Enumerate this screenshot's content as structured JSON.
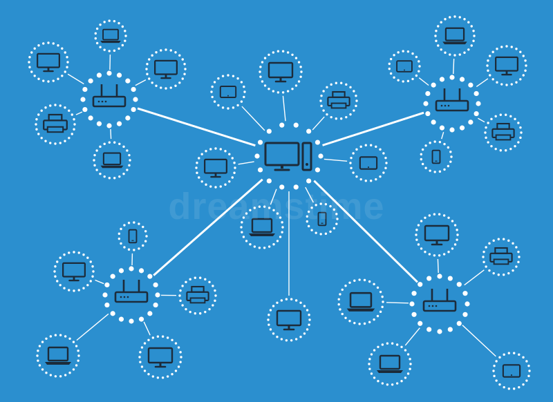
{
  "colors": {
    "background": "#2b8fcf",
    "line": "#ffffff",
    "dot": "#ffffff",
    "icon": "#1c2b3a"
  },
  "watermark": "dreamstime",
  "network": {
    "hub": {
      "id": "central-computer",
      "icon": "desktop-computer-icon"
    },
    "subhubs": [
      {
        "id": "router-top-left",
        "icon": "router-icon"
      },
      {
        "id": "router-top-right",
        "icon": "router-icon"
      },
      {
        "id": "router-bottom-left",
        "icon": "router-icon"
      },
      {
        "id": "router-bottom-right",
        "icon": "router-icon"
      }
    ],
    "devices": [
      {
        "id": "tl-laptop-top",
        "icon": "laptop-icon",
        "parent": "router-top-left"
      },
      {
        "id": "tl-monitor-left",
        "icon": "monitor-icon",
        "parent": "router-top-left"
      },
      {
        "id": "tl-monitor-right",
        "icon": "monitor-icon",
        "parent": "router-top-left"
      },
      {
        "id": "tl-printer",
        "icon": "printer-icon",
        "parent": "router-top-left"
      },
      {
        "id": "tl-laptop-bottom",
        "icon": "laptop-icon",
        "parent": "router-top-left"
      },
      {
        "id": "c-tablet",
        "icon": "tablet-icon",
        "parent": "central-computer"
      },
      {
        "id": "c-monitor-top",
        "icon": "monitor-icon",
        "parent": "central-computer"
      },
      {
        "id": "c-printer",
        "icon": "printer-icon",
        "parent": "central-computer"
      },
      {
        "id": "c-monitor-left",
        "icon": "monitor-icon",
        "parent": "central-computer"
      },
      {
        "id": "c-tablet-right",
        "icon": "tablet-icon",
        "parent": "central-computer"
      },
      {
        "id": "c-laptop-bottom",
        "icon": "laptop-icon",
        "parent": "central-computer"
      },
      {
        "id": "c-phone",
        "icon": "phone-icon",
        "parent": "central-computer"
      },
      {
        "id": "c-monitor-bottom",
        "icon": "monitor-icon",
        "parent": "central-computer"
      },
      {
        "id": "tr-laptop-top",
        "icon": "laptop-icon",
        "parent": "router-top-right"
      },
      {
        "id": "tr-tablet-left",
        "icon": "tablet-icon",
        "parent": "router-top-right"
      },
      {
        "id": "tr-monitor-right",
        "icon": "monitor-icon",
        "parent": "router-top-right"
      },
      {
        "id": "tr-printer",
        "icon": "printer-icon",
        "parent": "router-top-right"
      },
      {
        "id": "tr-phone",
        "icon": "phone-icon",
        "parent": "router-top-right"
      },
      {
        "id": "bl-phone",
        "icon": "phone-icon",
        "parent": "router-bottom-left"
      },
      {
        "id": "bl-monitor-left",
        "icon": "monitor-icon",
        "parent": "router-bottom-left"
      },
      {
        "id": "bl-printer",
        "icon": "printer-icon",
        "parent": "router-bottom-left"
      },
      {
        "id": "bl-laptop-bottom",
        "icon": "laptop-icon",
        "parent": "router-bottom-left"
      },
      {
        "id": "bl-monitor-bottom",
        "icon": "monitor-icon",
        "parent": "router-bottom-left"
      },
      {
        "id": "br-monitor-top",
        "icon": "monitor-icon",
        "parent": "router-bottom-right"
      },
      {
        "id": "br-printer",
        "icon": "printer-icon",
        "parent": "router-bottom-right"
      },
      {
        "id": "br-laptop-left",
        "icon": "laptop-icon",
        "parent": "router-bottom-right"
      },
      {
        "id": "br-laptop-bottom",
        "icon": "laptop-icon",
        "parent": "router-bottom-right"
      },
      {
        "id": "br-tablet-right",
        "icon": "tablet-icon",
        "parent": "router-bottom-right"
      }
    ]
  }
}
